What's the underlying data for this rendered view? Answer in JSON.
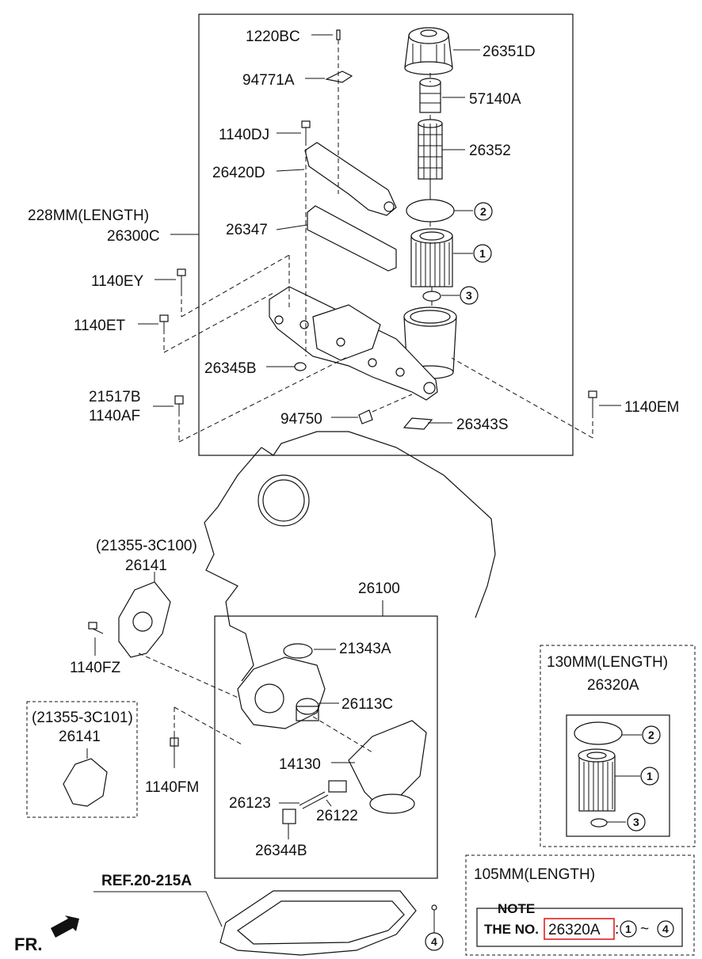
{
  "labels": {
    "p_1220BC": "1220BC",
    "p_94771A": "94771A",
    "p_1140DJ": "1140DJ",
    "p_26420D": "26420D",
    "p_228mm": "228MM(LENGTH)",
    "p_26300C": "26300C",
    "p_26347": "26347",
    "p_1140EY": "1140EY",
    "p_1140ET": "1140ET",
    "p_26345B": "26345B",
    "p_21517B": "21517B",
    "p_1140AF": "1140AF",
    "p_94750": "94750",
    "p_26351D": "26351D",
    "p_57140A": "57140A",
    "p_26352": "26352",
    "p_26343S": "26343S",
    "p_1140EM": "1140EM",
    "p_21355_3C100": "(21355-3C100)",
    "p_26141_a": "26141",
    "p_1140FZ": "1140FZ",
    "p_26100": "26100",
    "p_21343A": "21343A",
    "p_26113C": "26113C",
    "p_14130": "14130",
    "p_26123": "26123",
    "p_26122": "26122",
    "p_26344B": "26344B",
    "p_21355_3C101": "(21355-3C101)",
    "p_26141_b": "26141",
    "p_1140FM": "1140FM",
    "p_130mm": "130MM(LENGTH)",
    "p_26320A_top": "26320A",
    "p_105mm": "105MM(LENGTH)",
    "ref": "REF.20-215A",
    "fr": "FR."
  },
  "callouts": {
    "c1": "1",
    "c2": "2",
    "c3": "3",
    "c4": "4"
  },
  "note": {
    "title": "NOTE",
    "prefix": "THE NO.",
    "part": "26320A",
    "sep": ":",
    "range_from": "1",
    "tilde": "~",
    "range_to": "4"
  }
}
